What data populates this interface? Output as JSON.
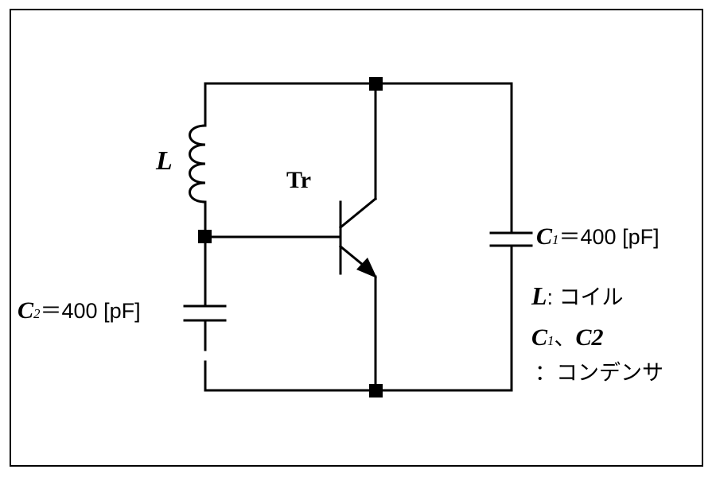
{
  "labels": {
    "inductor": "L",
    "transistor": "Tr",
    "c1_symbol": "C",
    "c1_subscript": "1",
    "c1_value": "＝400 [pF]",
    "c2_symbol": "C",
    "c2_subscript": "2",
    "c2_value": "＝400 [pF]"
  },
  "legend": {
    "l_symbol": "L",
    "l_desc": ": コイル",
    "c_line_c1": "C",
    "c_line_c1_sub": "1",
    "c_line_sep": "、",
    "c_line_c2": "C2",
    "c_desc": "：コンデンサ"
  }
}
